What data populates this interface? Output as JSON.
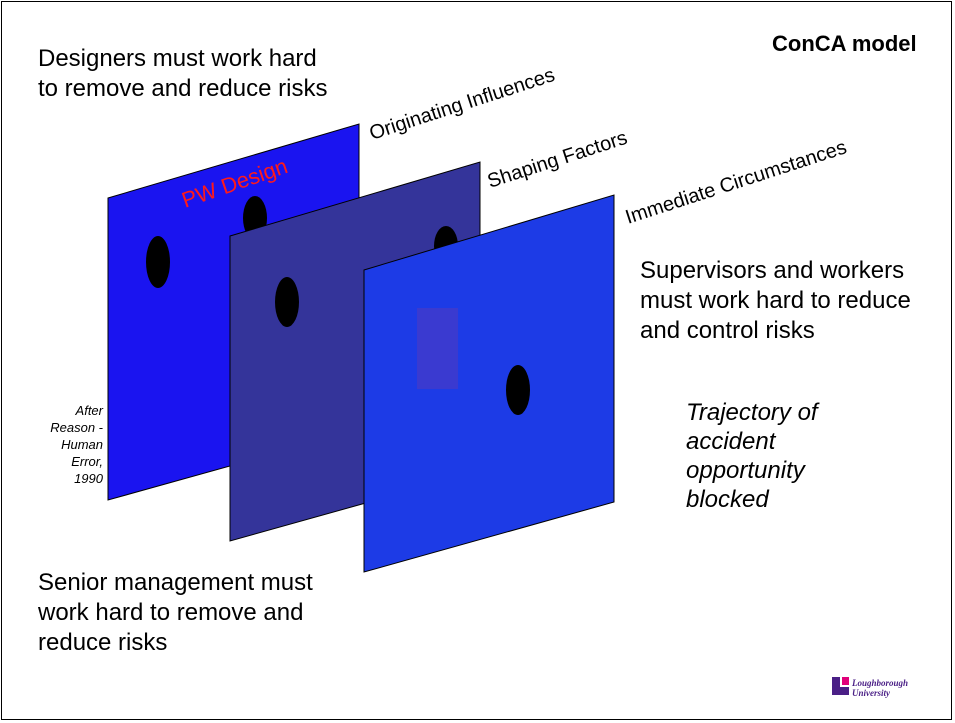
{
  "title": "ConCA model",
  "notes": {
    "designers": "Designers must work hard to remove and reduce risks",
    "supervisors": "Supervisors and workers must work hard to reduce and control risks",
    "senior": "Senior management must work hard to remove and reduce risks",
    "trajectory": "Trajectory of accident opportunity blocked",
    "citation": "After Reason - Human Error, 1990"
  },
  "layers": [
    {
      "label": "Originating Influences",
      "annotation": "PW Design",
      "color": "#1a14f0"
    },
    {
      "label": "Shaping Factors",
      "color": "#34349a"
    },
    {
      "label": "Immediate Circumstances",
      "color": "#1d3be6"
    }
  ],
  "colors": {
    "hole": "#000000",
    "annotation": "#ff1a1a",
    "blocked_patch": "#3a3ad0"
  },
  "logo": {
    "line1": "Loughborough",
    "line2": "University",
    "color": "#4a1f86"
  }
}
